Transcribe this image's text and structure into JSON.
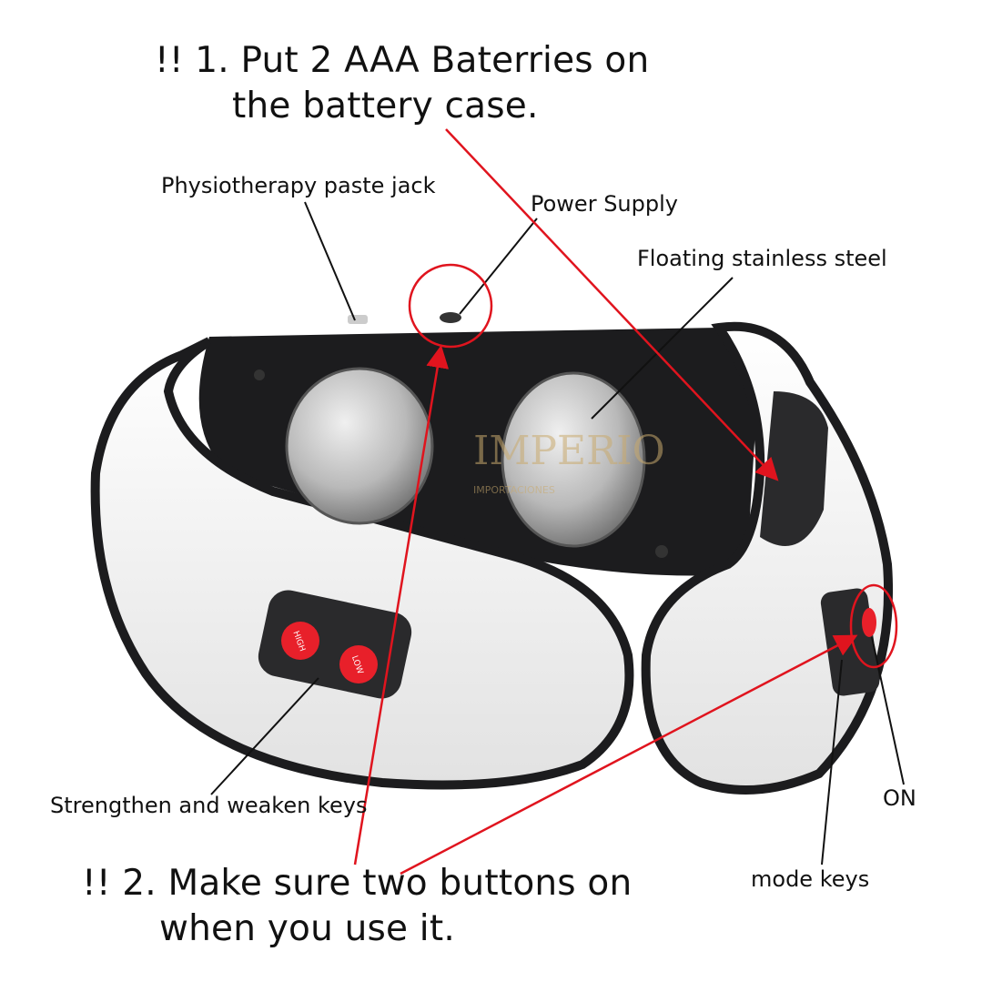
{
  "instructions": {
    "step1_line1": "!! 1. Put 2 AAA Baterries on",
    "step1_line2": "the battery case.",
    "step2_line1": "!! 2. Make sure two buttons on",
    "step2_line2": "when you use it."
  },
  "callouts": {
    "paste_jack": "Physiotherapy paste jack",
    "power_supply": "Power Supply",
    "floating_steel": "Floating stainless steel",
    "strength_keys": "Strengthen and weaken keys",
    "on": "ON",
    "mode_keys": "mode keys"
  },
  "device_buttons": {
    "high": "HIGH",
    "low": "LOW"
  },
  "watermark": {
    "brand": "IMPERIO",
    "sub": "IMPORTACIONES"
  },
  "colors": {
    "annotation_red": "#e0141e",
    "button_red": "#e8202a",
    "device_white": "#f4f4f4",
    "device_dark": "#1c1c1e"
  }
}
